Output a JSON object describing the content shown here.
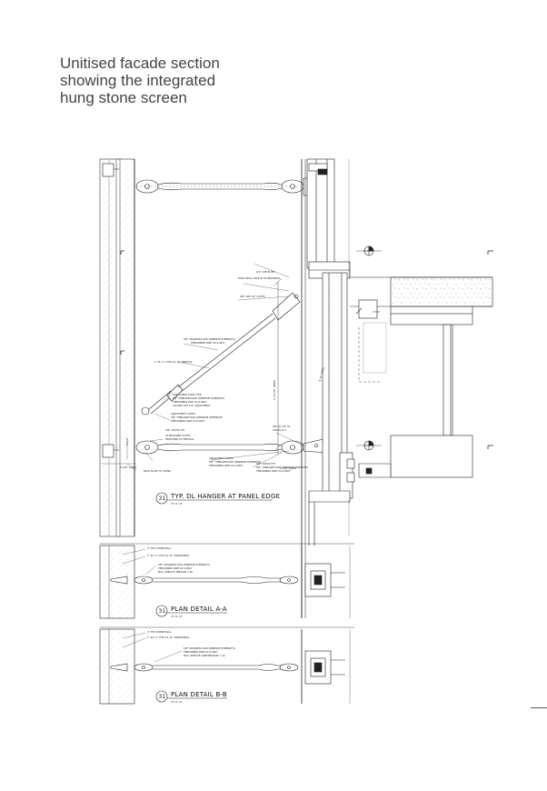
{
  "caption": {
    "line1": "Unitised facade section",
    "line2": "showing the integrated",
    "line3": "hung stone screen"
  },
  "details": [
    {
      "number": "31",
      "title": "TYP. DL HANGER AT PANEL EDGE",
      "scale": "3\"=1'-0\""
    },
    {
      "number": "31",
      "title": "PLAN DETAIL A-A",
      "scale": "3\"=1'-0\""
    },
    {
      "number": "31",
      "title": "PLAN DETAIL B-B",
      "scale": "3\"=1'-0\""
    }
  ],
  "notes": {
    "top_right_1": "1/2\" CLEVIS PIN",
    "top_right_2": "FIELD DRILL HOLE IN AS REQUIRED",
    "lug": "5/8\" ARE 1/2\" CLEVIS",
    "diagonal_rod": "5/8\" STAINLESS ROD (MINIMUM STRENGTH)",
    "diagonal_rod_2": "TENSIONING PART 02.4-0007",
    "plate_vert": "1\" W x 1\" THK S.S. PL. VERTICAL",
    "turnbuckle_1": "ADJUSTABLE TURN TYPE",
    "turnbuckle_2": "5/8\" THREADED ROD (MINIMUM STRENGTH)",
    "turnbuckle_3": "TENSIONING PART 02.4-0007",
    "turnbuckle_4": "ALLOWS FOR 3/4\" ADJUSTMENT",
    "clevis_1": "ADJUSTMENT CLEVIS",
    "clevis_2": "5/8\" THREADED ROD (MINIMUM STRENGTH)",
    "clevis_3": "TENSIONING PART 02.4-0007",
    "clevis_4": "5/8\" CLEVIS TYP.",
    "clevis_5": "AT PROVIDED CLEVIS",
    "clevis_6": "FROM END TO VERTICAL",
    "plate_anchor": "BACK PLATE TO STONE",
    "bottom_clevis_1": "5/8\" CLEVIS TYP.",
    "bottom_clevis_2": "5/8\" THREADED ROD (MINIMUM STRENGTH)",
    "bottom_clevis_3": "TENSIONING PART 02.4-0007",
    "bottom_lug": "5/8\" AT 1/2\" PL",
    "bottom_lug_2": "CLEVIS AT 2",
    "adjust_1": "ADJUSTMENT CLEVIS",
    "adjust_2": "5/8\" THREADED ROD (MINIMUM STRENGTH)",
    "adjust_3": "TENSIONING PART 02.4-0007",
    "planA_1": "4\" THK STONE WALL",
    "planA_2": "1\" W x 1\" THK S.S. PL. HORIZONTAL",
    "planA_3": "5/8\" STAINLESS ROD (MINIMUM STRENGTH)",
    "planA_4": "TENSIONING PART 02.4-0007",
    "planA_5": "MAX. SERVICE TENSION = 2K",
    "planB_1": "4\" THK STONE WALL",
    "planB_2": "1\" W x 1\" THK S.S. PL. HORIZONTAL",
    "planB_3": "5/8\" STAINLESS ROD (MINIMUM STRENGTH)",
    "planB_4": "TENSIONING PART 02.4-0007",
    "planB_5": "MAX. SERVICE COMPRESSION = 1K",
    "dim_1": "5 1/2\" (DIM)",
    "dim_2": "2 1/2\"",
    "dim_3": "5 1/2\" (DIM)",
    "vert_dim": "2'-8 1/2\" (DIM)",
    "vert_dim_2": "3'-0\" (DIM)"
  }
}
